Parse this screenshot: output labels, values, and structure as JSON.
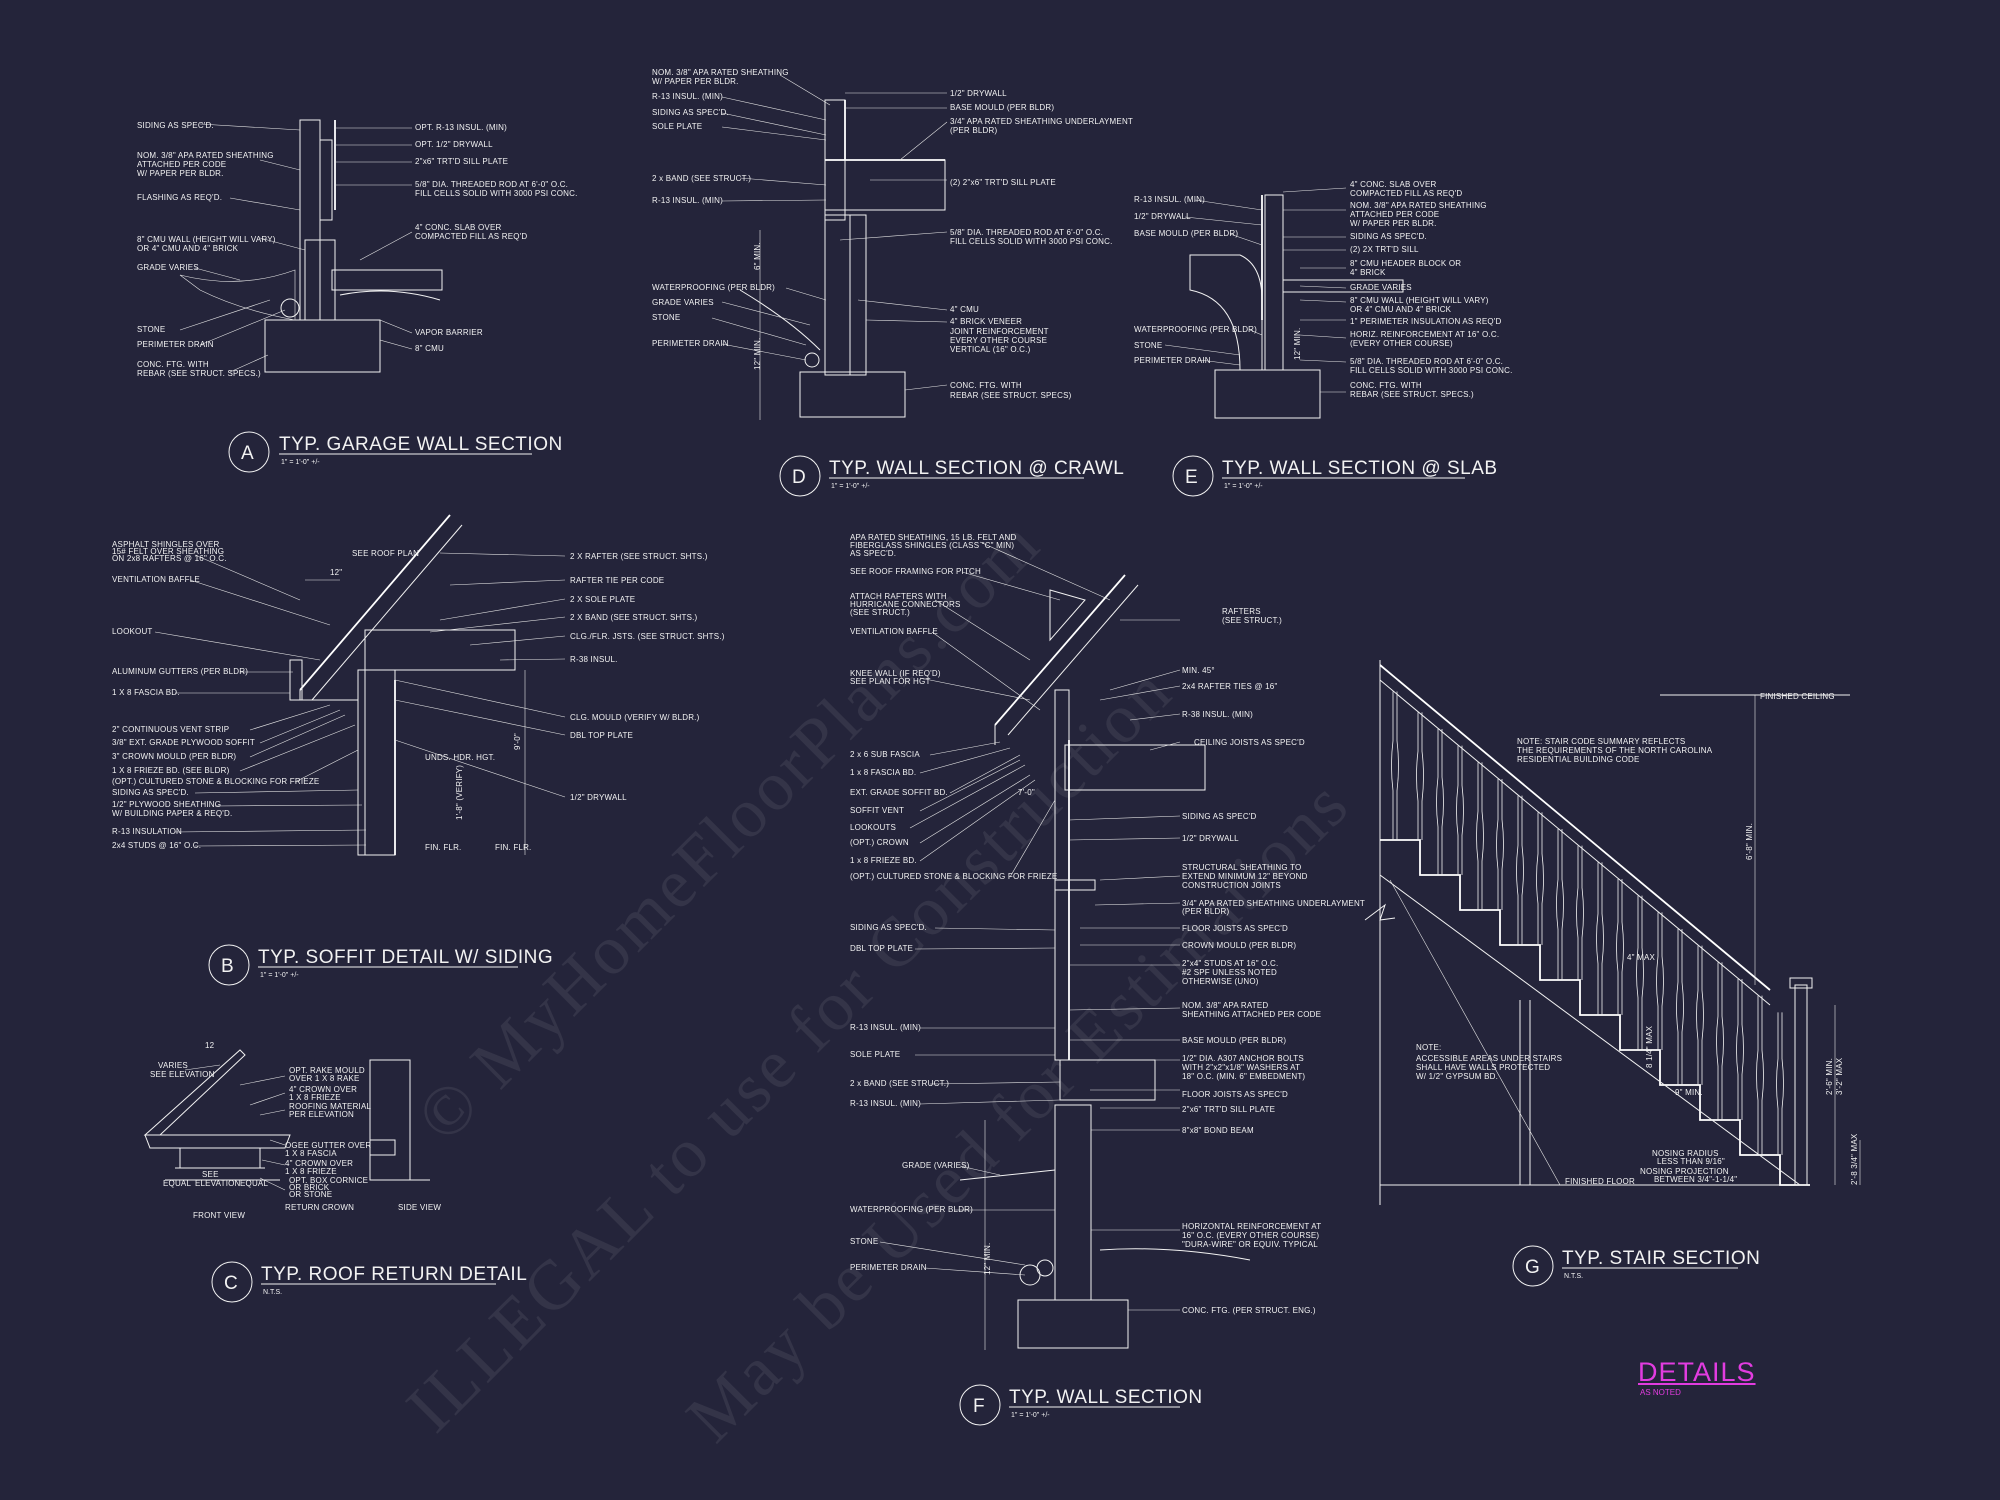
{
  "sheet": {
    "title": "DETAILS",
    "subtitle": "AS NOTED",
    "title_color": "#e23ce0",
    "background": "#24243a",
    "line_color": "#f2f2f2"
  },
  "watermark": {
    "line1": "© MyHomeFloorPlans.com",
    "line2": "ILLEGAL to use for Construction",
    "line3": "May be Used for Estimations"
  },
  "details": {
    "A": {
      "letter": "A",
      "title": "TYP. GARAGE WALL SECTION",
      "scale": "1\" = 1'-0\" +/-",
      "notes_left": [
        "SIDING AS SPEC'D.",
        "NOM. 3/8\" APA RATED SHEATHING",
        "ATTACHED PER CODE",
        "W/ PAPER PER BLDR.",
        "FLASHING AS REQ'D.",
        "8\" CMU WALL (HEIGHT WILL VARY)",
        "OR 4\" CMU AND 4\" BRICK",
        "GRADE VARIES",
        "STONE",
        "PERIMETER DRAIN",
        "CONC. FTG. WITH",
        "REBAR (SEE STRUCT. SPECS.)"
      ],
      "notes_right": [
        "OPT. R-13 INSUL. (MIN)",
        "OPT. 1/2\" DRYWALL",
        "2\"x6\" TRT'D SILL PLATE",
        "5/8\" DIA. THREADED ROD AT 6'-0\" O.C.",
        "FILL CELLS SOLID WITH 3000 PSI CONC.",
        "4\" CONC. SLAB OVER",
        "COMPACTED FILL AS REQ'D",
        "VAPOR BARRIER",
        "8\" CMU"
      ]
    },
    "D": {
      "letter": "D",
      "title": "TYP. WALL SECTION @ CRAWL",
      "scale": "1\" = 1'-0\" +/-",
      "notes_left": [
        "NOM. 3/8\" APA RATED SHEATHING",
        "W/ PAPER PER BLDR.",
        "R-13 INSUL. (MIN)",
        "SIDING AS SPEC'D.",
        "SOLE PLATE",
        "2 x BAND (SEE STRUCT.)",
        "R-13 INSUL. (MIN)",
        "WATERPROOFING (PER BLDR)",
        "GRADE VARIES",
        "STONE",
        "PERIMETER DRAIN"
      ],
      "notes_right": [
        "1/2\" DRYWALL",
        "BASE MOULD (PER BLDR)",
        "3/4\" APA RATED SHEATHING UNDERLAYMENT",
        "(PER BLDR)",
        "(2) 2\"x6\" TRT'D SILL PLATE",
        "5/8\" DIA. THREADED ROD AT 6'-0\" O.C.",
        "FILL CELLS SOLID WITH 3000 PSI CONC.",
        "4\" CMU",
        "4\" BRICK VENEER",
        "JOINT REINFORCEMENT",
        "EVERY OTHER COURSE",
        "VERTICAL (16\" O.C.)",
        "CONC. FTG. WITH",
        "REBAR (SEE STRUCT. SPECS)"
      ],
      "dims": [
        "6\" MIN.",
        "12\" MIN."
      ]
    },
    "E": {
      "letter": "E",
      "title": "TYP. WALL SECTION @ SLAB",
      "scale": "1\" = 1'-0\" +/-",
      "notes_left": [
        "R-13 INSUL. (MIN)",
        "1/2\" DRYWALL",
        "BASE MOULD (PER BLDR)",
        "WATERPROOFING (PER BLDR)",
        "STONE",
        "PERIMETER DRAIN"
      ],
      "notes_right": [
        "4\" CONC. SLAB OVER",
        "COMPACTED FILL AS REQ'D",
        "NOM. 3/8\" APA RATED SHEATHING",
        "ATTACHED PER CODE",
        "W/ PAPER PER BLDR.",
        "SIDING AS SPEC'D.",
        "(2) 2X TRT'D SILL",
        "8\" CMU HEADER BLOCK OR",
        "4\" BRICK",
        "GRADE VARIES",
        "8\" CMU WALL (HEIGHT WILL VARY)",
        "OR 4\" CMU AND 4\" BRICK",
        "1\" PERIMETER INSULATION AS REQ'D",
        "HORIZ. REINFORCEMENT AT 16\" O.C.",
        "(EVERY OTHER COURSE)",
        "5/8\" DIA. THREADED ROD AT 6'-0\" O.C.",
        "FILL CELLS SOLID WITH 3000 PSI CONC.",
        "CONC. FTG. WITH",
        "REBAR (SEE STRUCT. SPECS.)"
      ],
      "dims": [
        "12\" MIN."
      ]
    },
    "B": {
      "letter": "B",
      "title": "TYP. SOFFIT DETAIL W/ SIDING",
      "scale": "1\" = 1'-0\" +/-",
      "notes_left": [
        "ASPHALT SHINGLES OVER",
        "15# FELT OVER SHEATHING",
        "ON 2x8 RAFTERS @ 16\" O.C.",
        "VENTILATION BAFFLE",
        "LOOKOUT",
        "ALUMINUM GUTTERS (PER BLDR)",
        "1 X 8 FASCIA BD.",
        "2\" CONTINUOUS VENT STRIP",
        "3/8\" EXT. GRADE PLYWOOD SOFFIT",
        "3\" CROWN MOULD (PER BLDR)",
        "1 X 8 FRIEZE BD. (SEE BLDR)",
        "(OPT.) CULTURED STONE & BLOCKING FOR FRIEZE",
        "SIDING AS SPEC'D.",
        "1/2\" PLYWOOD SHEATHING",
        "W/ BUILDING PAPER & REQ'D.",
        "R-13 INSULATION",
        "2x4 STUDS @ 16\" O.C."
      ],
      "notes_right": [
        "SEE ROOF PLAN",
        "2 X RAFTER (SEE STRUCT. SHTS.)",
        "RAFTER TIE PER CODE",
        "2 X SOLE PLATE",
        "2 X BAND (SEE STRUCT. SHTS.)",
        "CLG./FLR. JSTS. (SEE STRUCT. SHTS.)",
        "R-38 INSUL.",
        "CLG. MOULD (VERIFY W/ BLDR.)",
        "DBL TOP PLATE",
        "1/2\" DRYWALL"
      ],
      "dims": [
        "12\"",
        "9'-0\"",
        "1'-8\" (VERIFY)",
        "UNDS. HDR. HGT.",
        "FIN. FLR.",
        "FIN. FLR."
      ]
    },
    "C": {
      "letter": "C",
      "title": "TYP. ROOF RETURN DETAIL",
      "scale": "N.T.S.",
      "notes": [
        "VARIES",
        "SEE ELEVATION",
        "OPT. RAKE MOULD",
        "OVER 1 X 8 RAKE",
        "4\" CROWN OVER",
        "1 X 8 FRIEZE",
        "ROOFING MATERIAL",
        "PER ELEVATION",
        "OGEE GUTTER OVER",
        "1 X 8 FASCIA",
        "4\" CROWN OVER",
        "1 X 8 FRIEZE",
        "OPT. BOX CORNICE",
        "OR BRICK",
        "OR STONE",
        "RETURN CROWN",
        "SEE",
        "EQUAL",
        "ELEVATION",
        "EQUAL",
        "FRONT VIEW",
        "SIDE VIEW",
        "12"
      ]
    },
    "F": {
      "letter": "F",
      "title": "TYP. WALL SECTION",
      "scale": "1\" = 1'-0\" +/-",
      "notes_left": [
        "APA RATED SHEATHING, 15 LB. FELT AND",
        "FIBERGLASS SHINGLES (CLASS \"C\" MIN)",
        "AS SPEC'D.",
        "SEE ROOF FRAMING FOR PITCH",
        "ATTACH RAFTERS WITH",
        "HURRICANE CONNECTORS",
        "(SEE STRUCT.)",
        "VENTILATION BAFFLE",
        "KNEE WALL (IF REQ'D)",
        "SEE PLAN FOR HGT",
        "2 x 6 SUB FASCIA",
        "1 x 8 FASCIA BD.",
        "EXT. GRADE SOFFIT BD.",
        "SOFFIT VENT",
        "LOOKOUTS",
        "(OPT.) CROWN",
        "1 x 8 FRIEZE BD.",
        "(OPT.) CULTURED STONE & BLOCKING FOR FRIEZE",
        "SIDING AS SPEC'D.",
        "DBL TOP PLATE",
        "R-13 INSUL. (MIN)",
        "SOLE PLATE",
        "2 x BAND (SEE STRUCT.)",
        "R-13 INSUL. (MIN)",
        "GRADE (VARIES)",
        "WATERPROOFING (PER BLDR)",
        "STONE",
        "PERIMETER DRAIN"
      ],
      "notes_right": [
        "RAFTERS",
        "(SEE STRUCT.)",
        "MIN. 45°",
        "2x4 RAFTER TIES @ 16\"",
        "R-38 INSUL. (MIN)",
        "CEILING JOISTS AS SPEC'D",
        "SIDING AS SPEC'D",
        "1/2\" DRYWALL",
        "STRUCTURAL SHEATHING TO",
        "EXTEND MINIMUM 12\" BEYOND",
        "CONSTRUCTION JOINTS",
        "3/4\" APA RATED SHEATHING UNDERLAYMENT",
        "(PER BLDR)",
        "FLOOR JOISTS AS SPEC'D",
        "CROWN MOULD (PER BLDR)",
        "2\"x4\" STUDS AT 16\" O.C.",
        "#2 SPF UNLESS NOTED",
        "OTHERWISE (UNO)",
        "NOM. 3/8\" APA RATED",
        "SHEATHING ATTACHED PER CODE",
        "BASE MOULD (PER BLDR)",
        "1/2\" DIA. A307 ANCHOR BOLTS",
        "WITH 2\"x2\"x1/8\" WASHERS AT",
        "18\" O.C. (MIN. 6\" EMBEDMENT)",
        "FLOOR JOISTS AS SPEC'D",
        "2\"x6\" TRT'D SILL PLATE",
        "8\"x8\" BOND BEAM",
        "HORIZONTAL REINFORCEMENT AT",
        "16\" O.C. (EVERY OTHER COURSE)",
        "\"DURA-WIRE\" OR EQUIV. TYPICAL",
        "CONC. FTG. (PER STRUCT. ENG.)"
      ],
      "dims": [
        "7'-0\"",
        "12\" MIN."
      ]
    },
    "G": {
      "letter": "G",
      "title": "TYP. STAIR SECTION",
      "scale": "N.T.S.",
      "notes": [
        "FINISHED CEILING",
        "NOTE: STAIR CODE SUMMARY REFLECTS",
        "THE REQUIREMENTS OF THE NORTH CAROLINA",
        "RESIDENTIAL BUILDING CODE",
        "NOTE:",
        "ACCESSIBLE AREAS UNDER STAIRS",
        "SHALL HAVE WALLS PROTECTED",
        "W/ 1/2\" GYPSUM BD.",
        "NOSING RADIUS",
        "LESS THAN 9/16\"",
        "NOSING PROJECTION",
        "BETWEEN 3/4\"-1-1/4\"",
        "FINISHED FLOOR"
      ],
      "dims": [
        "6'-8\" MIN.",
        "4\" MAX",
        "8 1/4\" MAX",
        "9\" MIN.",
        "2'-6\" MIN.",
        "3'-2\" MAX",
        "2'-8 3/4\" MAX"
      ]
    }
  }
}
